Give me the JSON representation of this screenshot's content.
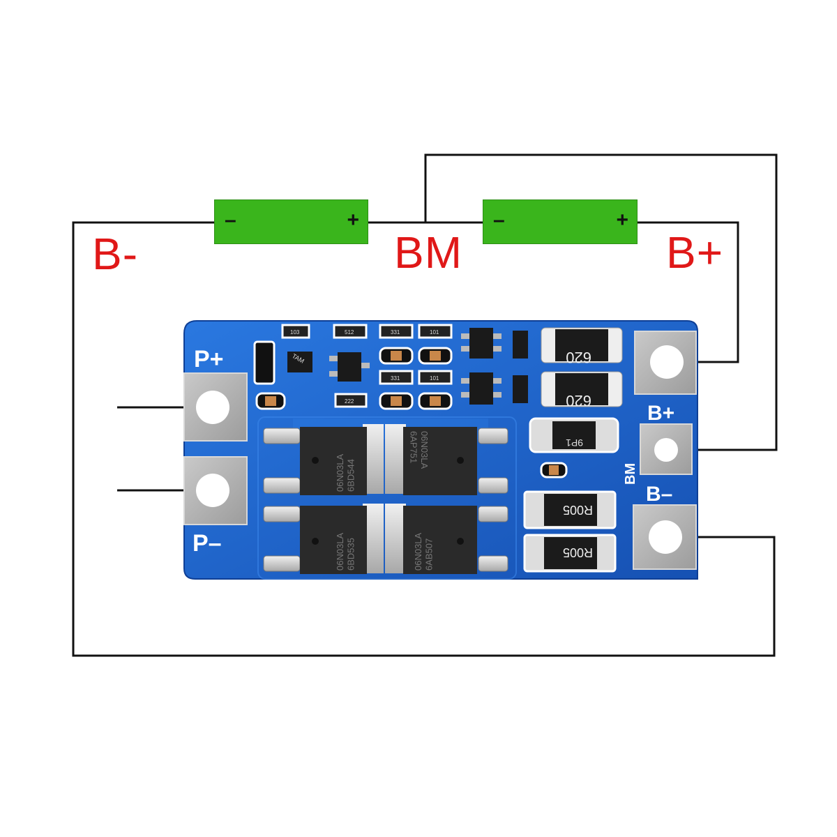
{
  "labels": {
    "b_minus": "B-",
    "b_mid": "BM",
    "b_plus": "B+"
  },
  "cells": [
    {
      "neg": "–",
      "pos": "+"
    },
    {
      "neg": "–",
      "pos": "+"
    }
  ],
  "board": {
    "pad_p_plus": "P+",
    "pad_p_minus": "P–",
    "pad_b_plus": "B+",
    "pad_bm": "BM",
    "pad_b_minus": "B–",
    "shunt_top": "R005",
    "shunt_bottom": "R005",
    "cap_top": "620",
    "cap_bottom": "620",
    "diode": "9P1",
    "ic_mark": "TAM",
    "resistor_a": "103",
    "resistor_b": "512",
    "resistor_c": "331",
    "resistor_d": "101",
    "resistor_e": "331",
    "resistor_f": "101",
    "resistor_g": "222",
    "mosfet_1": "06N03LA\n6BD544",
    "mosfet_2": "06N03LA\n6AP751",
    "mosfet_3": "06N03LA\n6BD535",
    "mosfet_4": "06N03LA\n6AB507"
  },
  "colors": {
    "label_red": "#e01818",
    "cell_green": "#3ab51c",
    "pcb_blue": "#1a5fc8",
    "wire": "#111111"
  }
}
